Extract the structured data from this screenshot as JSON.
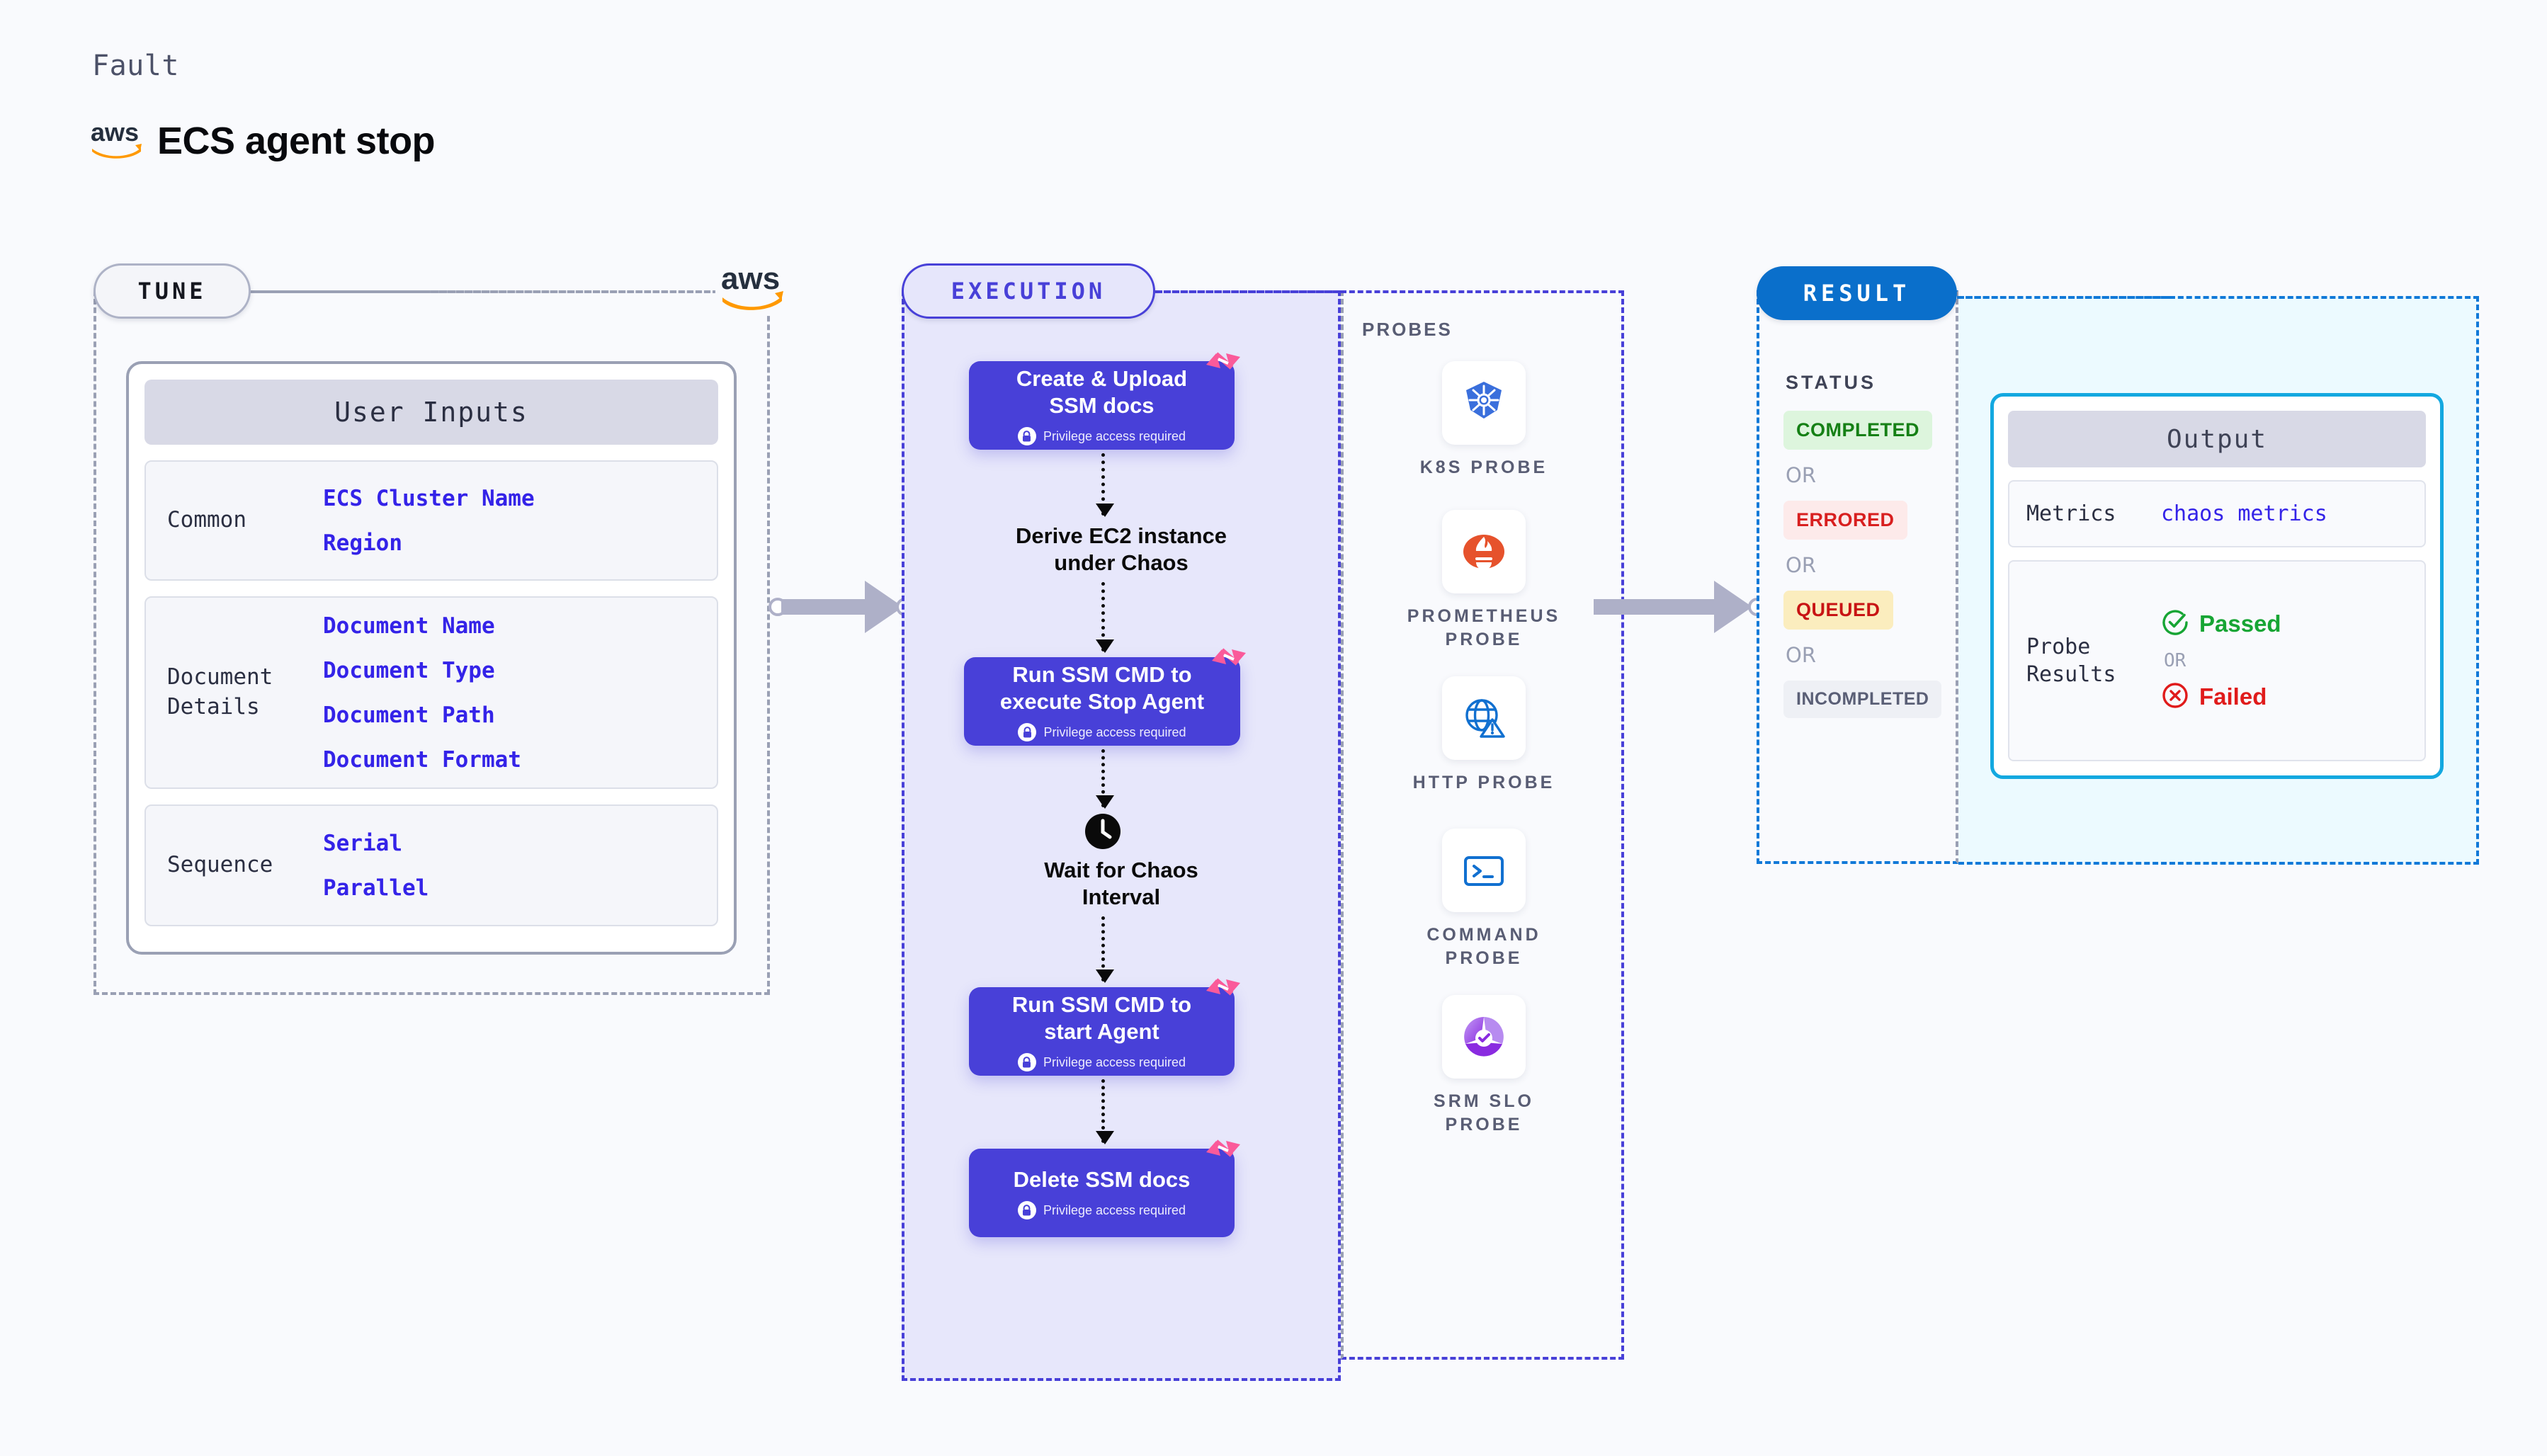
{
  "header": {
    "kicker": "Fault",
    "title": "ECS agent stop",
    "brand_icon": "aws-logo"
  },
  "tune": {
    "pill_label": "TUNE",
    "brand_icon": "aws-logo",
    "card_title": "User Inputs",
    "groups": [
      {
        "label": "Common",
        "values": [
          "ECS Cluster Name",
          "Region"
        ]
      },
      {
        "label": "Document\nDetails",
        "values": [
          "Document Name",
          "Document Type",
          "Document Path",
          "Document Format"
        ]
      },
      {
        "label": "Sequence",
        "values": [
          "Serial",
          "Parallel"
        ]
      }
    ]
  },
  "execution": {
    "pill_label": "EXECUTION",
    "privilege_note": "Privilege access required",
    "steps": [
      {
        "type": "box",
        "title": "Create & Upload\nSSM docs",
        "privileged": true,
        "badge_icon": "harness-logo-icon"
      },
      {
        "type": "plain",
        "title": "Derive EC2 instance\nunder Chaos",
        "privileged": false,
        "badge_icon": ""
      },
      {
        "type": "box",
        "title": "Run SSM CMD to\nexecute Stop Agent",
        "privileged": true,
        "badge_icon": "harness-logo-icon"
      },
      {
        "type": "clock",
        "title": "Wait for Chaos\nInterval",
        "privileged": false,
        "badge_icon": "clock-icon"
      },
      {
        "type": "box",
        "title": "Run SSM CMD to\nstart Agent",
        "privileged": true,
        "badge_icon": "harness-logo-icon"
      },
      {
        "type": "box",
        "title": "Delete SSM docs",
        "privileged": true,
        "badge_icon": "harness-logo-icon"
      }
    ]
  },
  "probes": {
    "title": "PROBES",
    "items": [
      {
        "label": "K8S PROBE",
        "icon": "kubernetes-icon"
      },
      {
        "label": "PROMETHEUS\nPROBE",
        "icon": "prometheus-icon"
      },
      {
        "label": "HTTP PROBE",
        "icon": "http-globe-warning-icon"
      },
      {
        "label": "COMMAND\nPROBE",
        "icon": "terminal-icon"
      },
      {
        "label": "SRM SLO\nPROBE",
        "icon": "srm-slo-icon"
      }
    ]
  },
  "result": {
    "pill_label": "RESULT",
    "status_title": "STATUS",
    "or_label": "OR",
    "statuses": [
      {
        "label": "COMPLETED",
        "bg": "#ddf5dd",
        "fg": "#158015"
      },
      {
        "label": "ERRORED",
        "bg": "#fdeaea",
        "fg": "#d81f1f"
      },
      {
        "label": "QUEUED",
        "bg": "#fbedbe",
        "fg": "#c81414"
      },
      {
        "label": "INCOMPLETED",
        "bg": "#eef0f5",
        "fg": "#5a5f76"
      }
    ]
  },
  "output": {
    "title": "Output",
    "metrics_label": "Metrics",
    "metrics_value": "chaos metrics",
    "probe_results_label": "Probe\nResults",
    "passed_label": "Passed",
    "failed_label": "Failed",
    "or_label": "OR",
    "passed_icon": "check-circle-icon",
    "failed_icon": "x-circle-icon"
  },
  "colors": {
    "page_bg": "#f9fafd",
    "execution_accent": "#4840d8",
    "result_accent": "#1179d8",
    "output_accent": "#13a8e0",
    "tune_accent": "#9aa0b4",
    "harness_pink": "#fa5a9a",
    "value_blue": "#3423e8",
    "arrow_gray": "#aeb0c8"
  }
}
